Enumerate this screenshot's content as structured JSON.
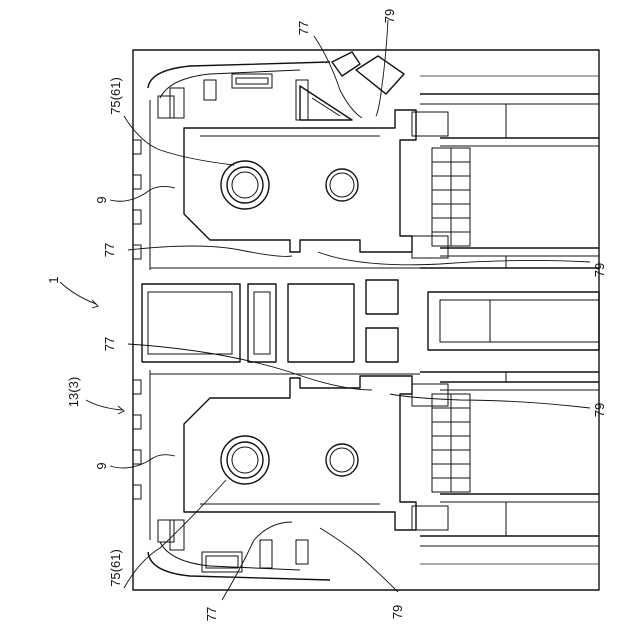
{
  "labels": {
    "l_1": "1",
    "l_13_3": "13(3)",
    "l_75_61_top": "75(61)",
    "l_75_61_bottom": "75(61)",
    "l_9_top": "9",
    "l_9_bottom": "9",
    "l_77_top": "77",
    "l_77_upper_mid": "77",
    "l_77_lower_mid": "77",
    "l_77_bottom": "77",
    "l_79_top": "79",
    "l_79_upper_right": "79",
    "l_79_lower_right": "79",
    "l_79_bottom": "79"
  }
}
